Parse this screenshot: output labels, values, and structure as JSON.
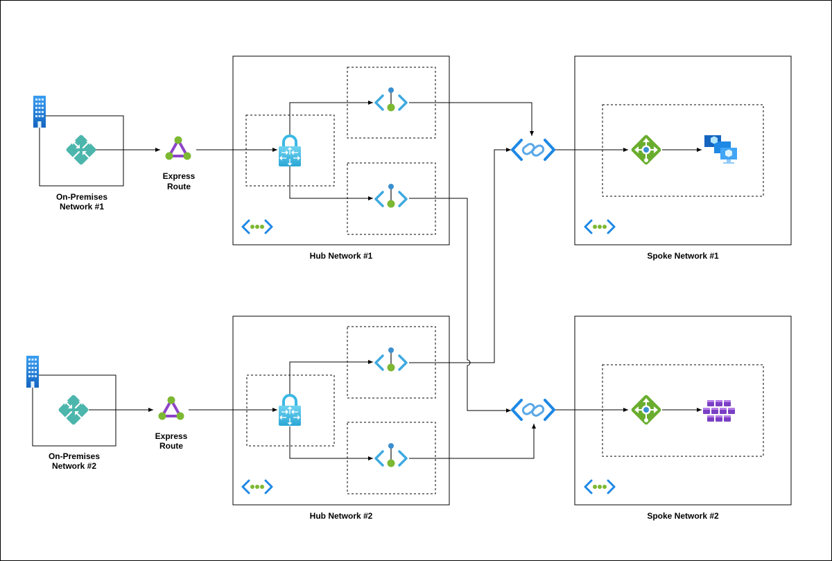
{
  "diagram": {
    "onprem1": {
      "label_line1": "On-Premises",
      "label_line2": "Network #1"
    },
    "onprem2": {
      "label_line1": "On-Premises",
      "label_line2": "Network #2"
    },
    "express1": {
      "label_line1": "Express",
      "label_line2": "Route"
    },
    "express2": {
      "label_line1": "Express",
      "label_line2": "Route"
    },
    "hub1": {
      "label": "Hub Network #1"
    },
    "hub2": {
      "label": "Hub Network #2"
    },
    "spoke1": {
      "label": "Spoke Network #1"
    },
    "spoke2": {
      "label": "Spoke Network #2"
    },
    "icons": {
      "building": "building-icon",
      "router": "router-icon",
      "expressroute": "expressroute-icon",
      "gateway": "vpn-gateway-lock-icon",
      "endpoint": "private-endpoint-icon",
      "peering": "vnet-peering-icon",
      "appgw": "application-gateway-icon",
      "vm": "virtual-machines-icon",
      "aks": "kubernetes-icon",
      "vnet": "virtual-network-icon"
    },
    "colors": {
      "azure_blue": "#1e88e5",
      "router_teal": "#4db6ac",
      "express_purple": "#8e44c9",
      "green": "#7cb832",
      "lock_cyan": "#4fc3e8"
    }
  }
}
